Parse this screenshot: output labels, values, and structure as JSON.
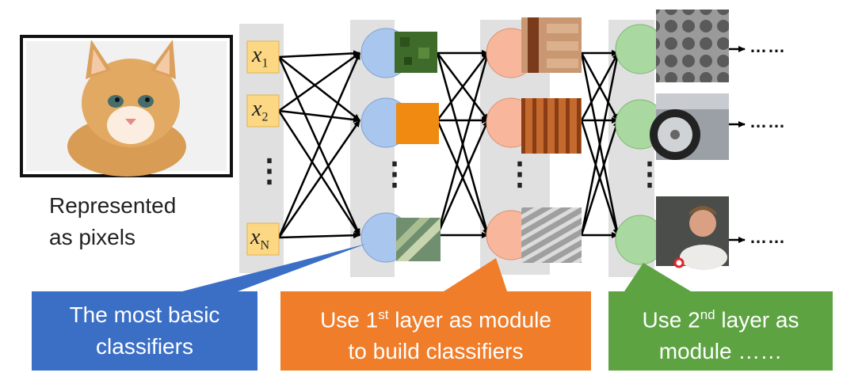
{
  "image": {
    "caption_line1": "Represented",
    "caption_line2": "as pixels"
  },
  "inputs": {
    "x_var": "x",
    "subscripts": [
      "1",
      "2",
      "N"
    ],
    "ellipsis": "⋮"
  },
  "layers": [
    {
      "color": "#a9c6ee",
      "ellipsis": "⋮"
    },
    {
      "color": "#f8b79c",
      "ellipsis": "⋮"
    },
    {
      "color": "#a9d8a0",
      "ellipsis": "⋮"
    }
  ],
  "outputs": {
    "more": "……"
  },
  "callouts": {
    "basic": {
      "line1": "The most basic",
      "line2": "classifiers",
      "color": "#3b6fc6"
    },
    "first": {
      "pre": "Use 1",
      "sup": "st",
      "post": " layer as module",
      "line2": "to build classifiers",
      "color": "#ef7d2a"
    },
    "second": {
      "pre": "Use 2",
      "sup": "nd",
      "post": " layer as",
      "line2": "module ……",
      "color": "#5da342"
    }
  },
  "colors": {
    "column_bg": "#e0e0e0",
    "input_box": "#fcd884"
  }
}
